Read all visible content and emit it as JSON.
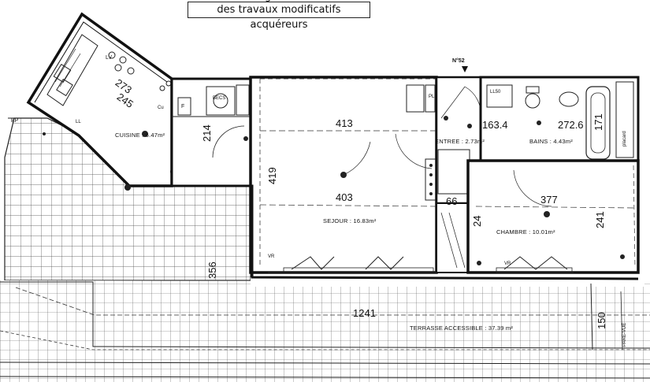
{
  "header": {
    "note_line1": "g",
    "note_line2": "des travaux modificatifs acquéreurs"
  },
  "plan": {
    "lot_number": "N°52",
    "rooms": {
      "cuisine": "CUISINE : 6.47m²",
      "entree": "ENTREE : 2.73m²",
      "bains": "BAINS : 4.43m²",
      "sejour": "SEJOUR : 16.83m²",
      "chambre": "CHAMBRE : 10.01m²",
      "terrasse": "TERRASSE ACCESSIBLE : 37.39 m²"
    },
    "dimensions": {
      "kitchen_diag_1": "273",
      "kitchen_diag_2": "245",
      "kitchen_vert": "214",
      "sejour_top": "413",
      "sejour_bottom": "403",
      "sejour_height": "419",
      "entree_width": "163.4",
      "bains_width": "272.6",
      "bains_height": "171",
      "chambre_width": "377",
      "chambre_height": "241",
      "cupboard_width": "66",
      "cupboard_height": "24",
      "terrace_height": "356",
      "terrace_width": "1241",
      "terrace_right": "150"
    },
    "equipment": {
      "ep": "EP",
      "lv": "LV",
      "cu": "Cu",
      "frigo": "F",
      "ballon": "BECS",
      "lave_linge": "LL",
      "ll50": "LL50",
      "vr_left": "VR",
      "vr_right": "VR",
      "placard": "placard",
      "pl": "PL",
      "pare_vue": "PARE-VUE"
    }
  }
}
